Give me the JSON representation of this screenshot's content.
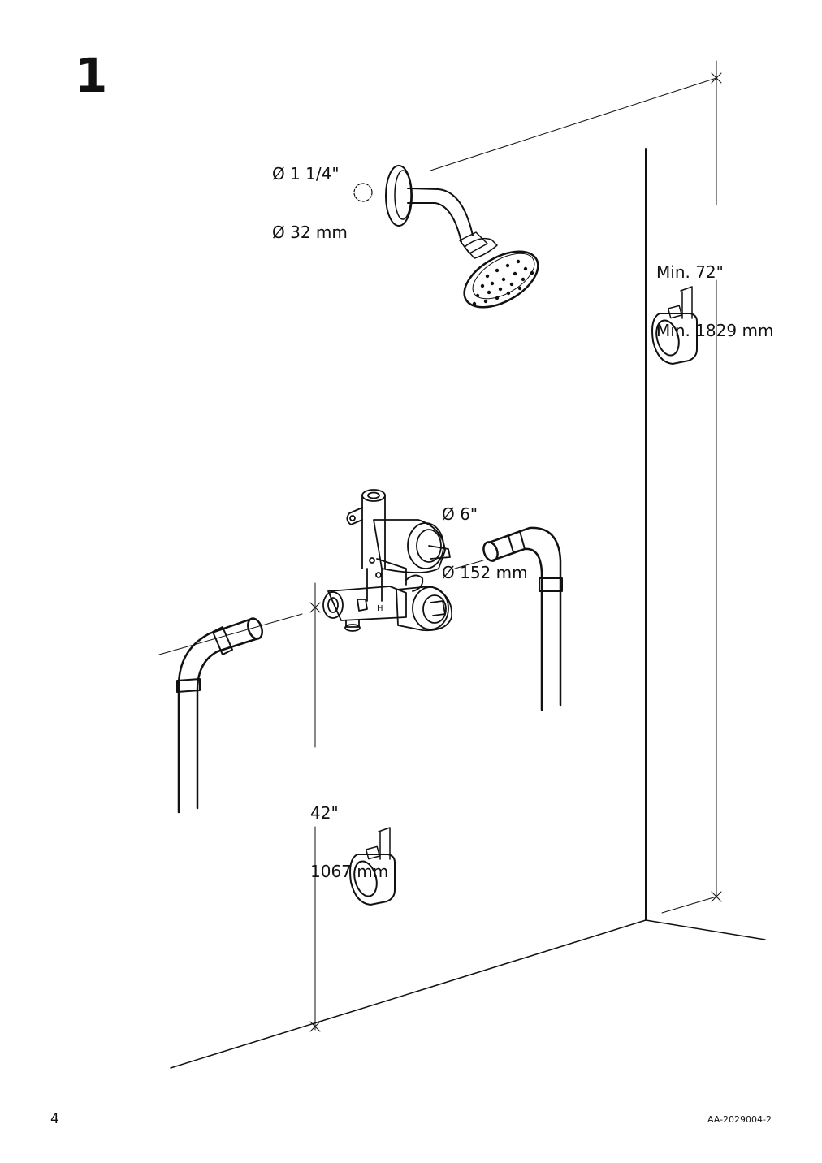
{
  "step": {
    "number": "1"
  },
  "dimensions": {
    "shower_arm_hole": {
      "imperial": "Ø 1 1/4\"",
      "metric": "Ø 32 mm"
    },
    "valve_hole": {
      "imperial": "Ø 6\"",
      "metric": "Ø 152 mm"
    },
    "valve_height": {
      "imperial": "42\"",
      "metric": "1067 mm"
    },
    "head_height": {
      "imperial": "Min. 72\"",
      "metric": "Min. 1829 mm"
    }
  },
  "footer": {
    "page_number": "4",
    "doc_code": "AA-2029004-2"
  },
  "icons": [
    "tape-measure-icon",
    "shower-head-icon",
    "valve-icon",
    "pipe-icon"
  ],
  "colors": {
    "line": "#111111",
    "background": "#ffffff"
  }
}
